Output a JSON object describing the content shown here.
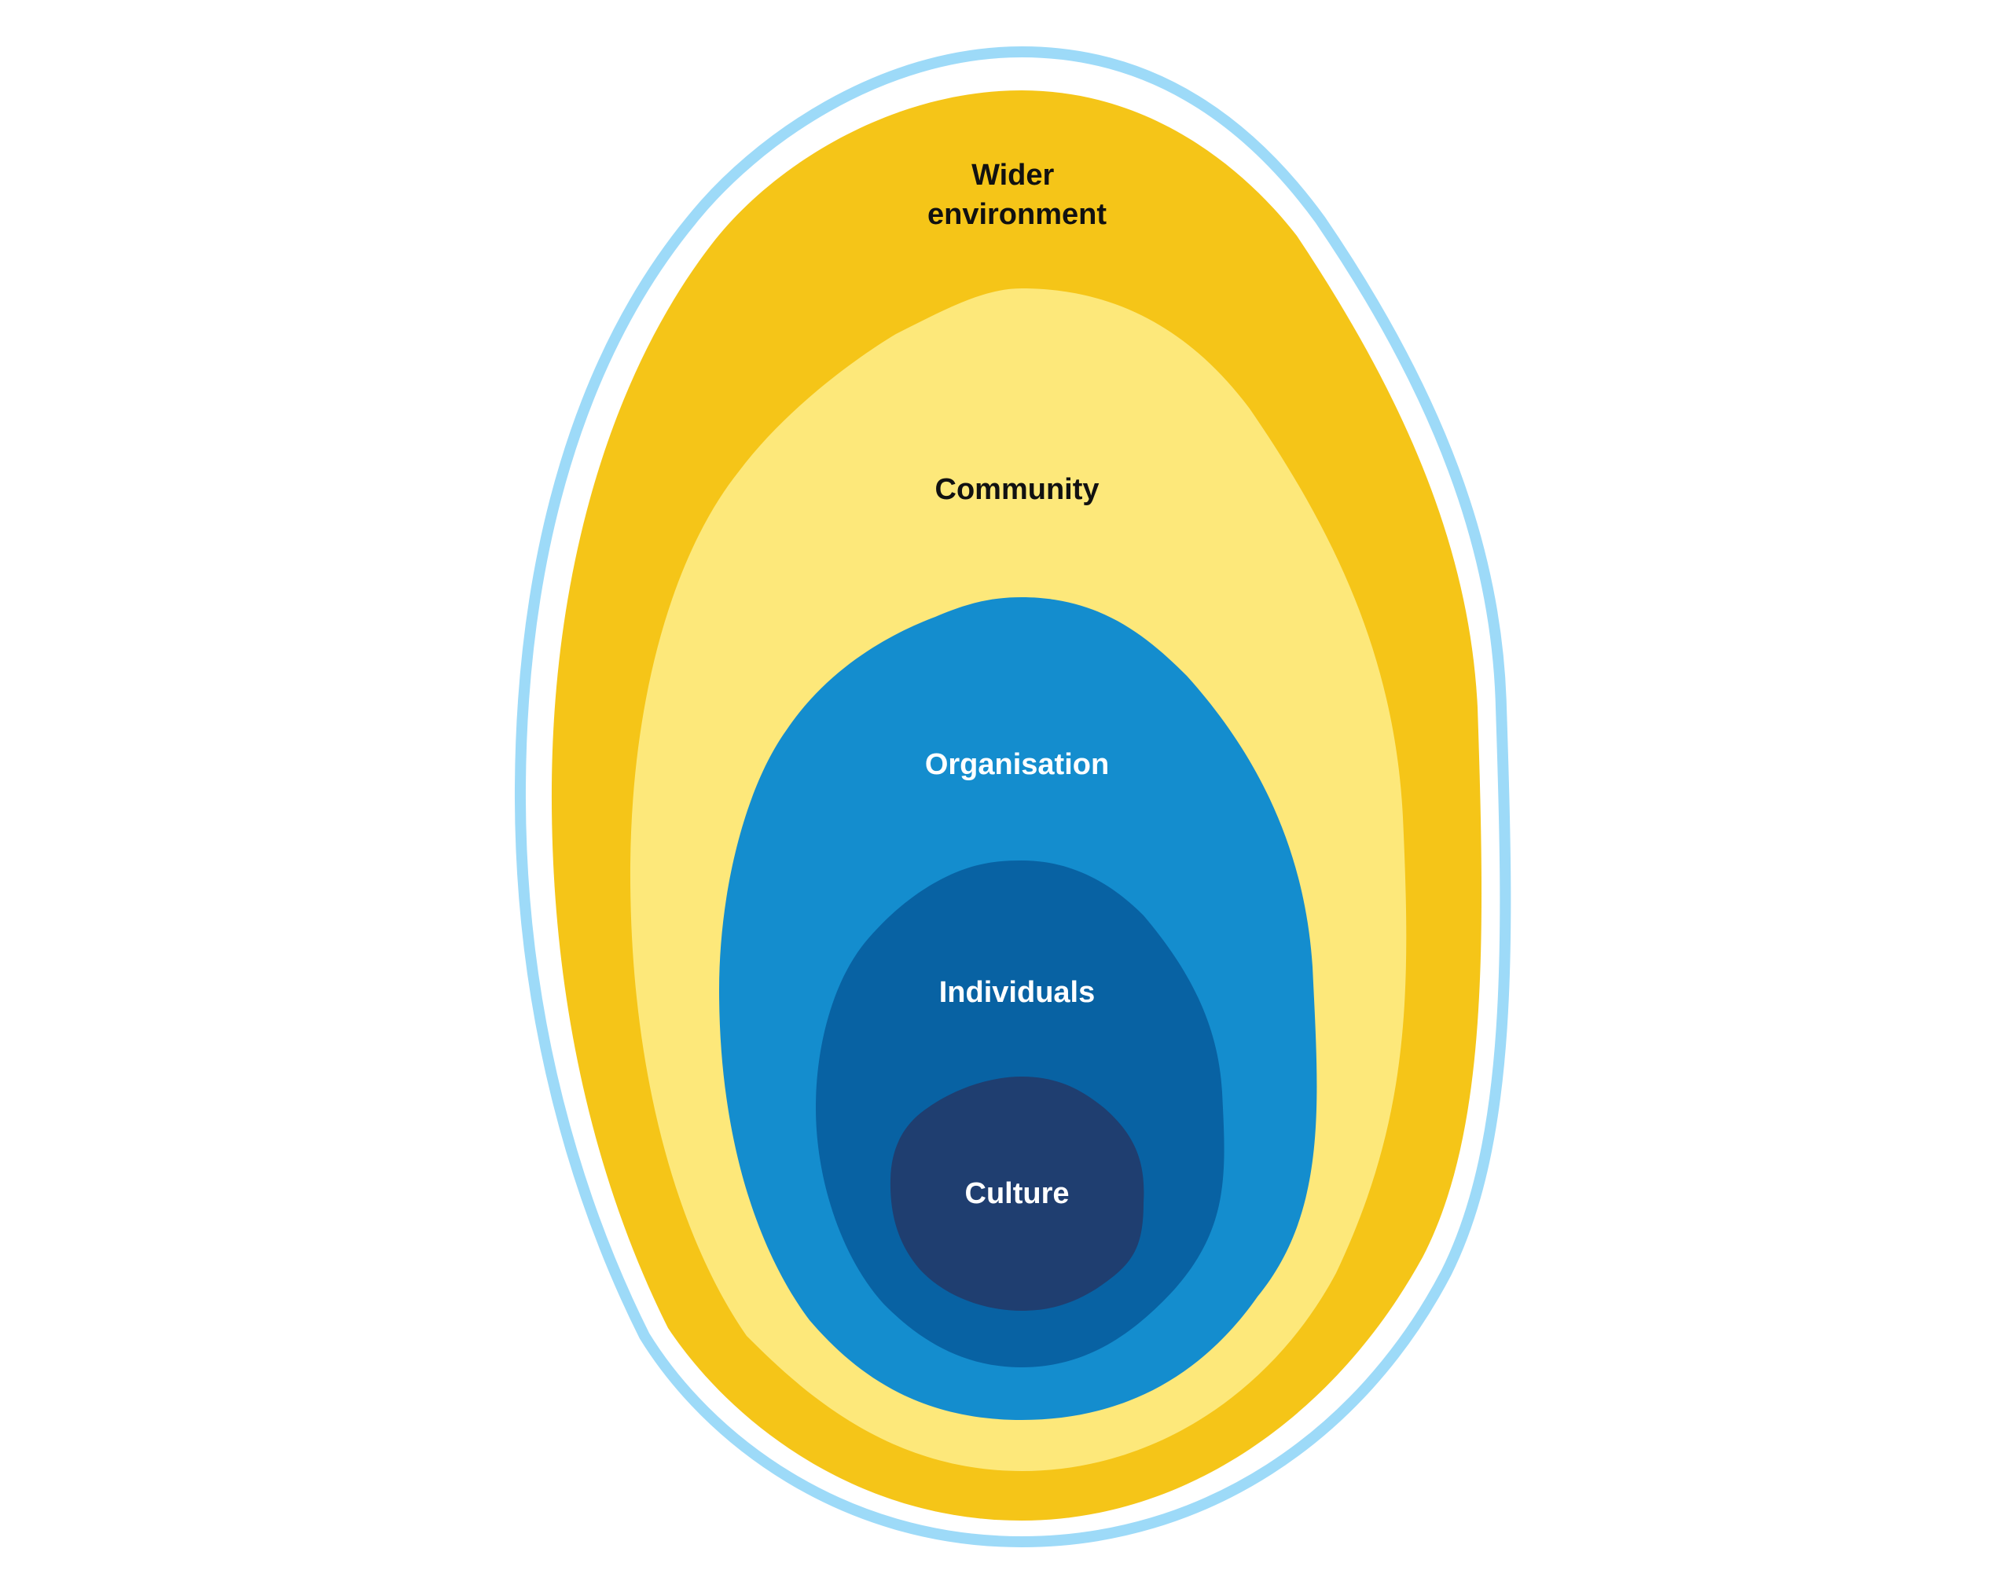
{
  "layers": [
    {
      "id": "wider-environment",
      "lines": [
        "Wider",
        "environment"
      ],
      "color": "#F5C518",
      "text_color": "#111111"
    },
    {
      "id": "community",
      "lines": [
        "Community"
      ],
      "color": "#FDE87A",
      "text_color": "#111111"
    },
    {
      "id": "organisation",
      "lines": [
        "Organisation"
      ],
      "color": "#148DCE",
      "text_color": "#FFFFFF"
    },
    {
      "id": "individuals",
      "lines": [
        "Individuals"
      ],
      "color": "#0862A3",
      "text_color": "#FFFFFF"
    },
    {
      "id": "culture",
      "lines": [
        "Culture"
      ],
      "color": "#1F3E70",
      "text_color": "#FFFFFF"
    }
  ],
  "outline_color": "#9DDAF8"
}
